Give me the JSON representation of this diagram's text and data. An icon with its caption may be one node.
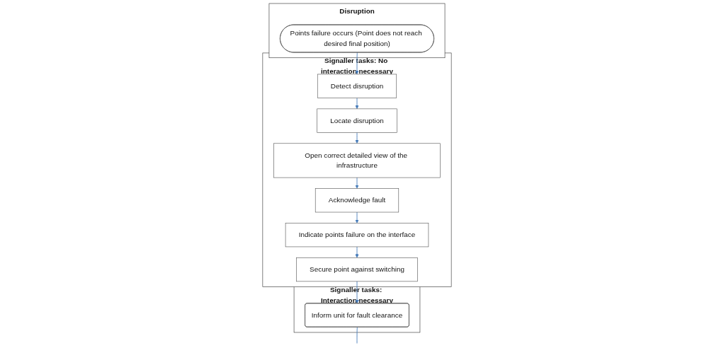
{
  "diagram": {
    "nodes": [
      {
        "text": [
          "Disruption"
        ]
      },
      {
        "text": [
          "Points failure occurs (Point does not reach desired final position)"
        ],
        "in": 0
      },
      {
        "text": [
          "Signaller tasks: No interaction necessary"
        ]
      },
      {
        "text": [
          "Detect disruption"
        ],
        "in": 2
      },
      {
        "text": [
          "Locate disruption"
        ],
        "in": 2
      },
      {
        "text": [
          "Open correct detailed view of the infrastructure"
        ],
        "in": 2
      },
      {
        "text": [
          "Acknowledge fault"
        ],
        "in": 2
      },
      {
        "text": [
          "Indicate points failure on the interface"
        ],
        "in": 2
      },
      {
        "text": [
          "Secure point against switching"
        ],
        "in": 2
      },
      {
        "text": [
          "Signaller tasks: Interaction necessary"
        ]
      },
      {
        "text": [
          "Inform unit for fault clearance"
        ],
        "in": 9
      }
    ],
    "edges": [
      {
        "from": 1,
        "to": 3,
        "arrow": "to"
      },
      {
        "from": 3,
        "to": 4,
        "arrow": "to"
      },
      {
        "from": 4,
        "to": 5,
        "arrow": "to"
      },
      {
        "from": 5,
        "to": 6,
        "arrow": "to"
      },
      {
        "from": 6,
        "to": 7,
        "arrow": "to"
      },
      {
        "from": 7,
        "to": 8,
        "arrow": "to"
      },
      {
        "from": 8,
        "to": 10,
        "arrow": "to"
      },
      {
        "from": 10,
        "to": null,
        "arrow": "none"
      }
    ]
  }
}
